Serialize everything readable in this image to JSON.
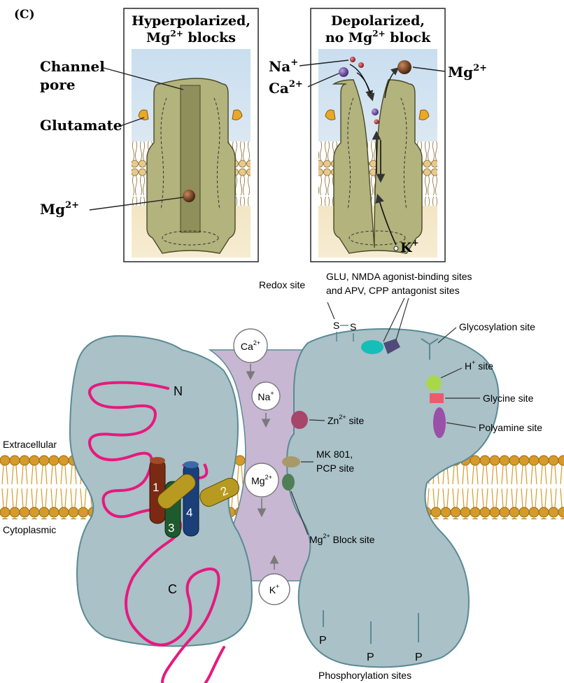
{
  "panel_letter": "(C)",
  "top": {
    "left_panel": {
      "title_line1": "Hyperpolarized,",
      "title_line2_prefix": "Mg",
      "title_line2_sup": "2+",
      "title_line2_suffix": " blocks"
    },
    "right_panel": {
      "title_line1": "Depolarized,",
      "title_line2_prefix": "no Mg",
      "title_line2_sup": "2+",
      "title_line2_suffix": " block"
    },
    "labels": {
      "channel_pore_1": "Channel",
      "channel_pore_2": "pore",
      "glutamate": "Glutamate",
      "mg": "Mg",
      "mg_sup": "2+",
      "na": "Na",
      "na_sup": "+",
      "ca": "Ca",
      "ca_sup": "2+",
      "mg_right": "Mg",
      "mg_right_sup": "2+",
      "k": "K",
      "k_sup": "+"
    }
  },
  "bottom": {
    "labels": {
      "redox": "Redox site",
      "glu_line1": "GLU, NMDA  agonist-binding sites",
      "glu_line2": "and APV, CPP antagonist sites",
      "glycosylation": "Glycosylation site",
      "h_site_prefix": "H",
      "h_site_sup": "+",
      "h_site_suffix": " site",
      "glycine": "Glycine site",
      "polyamine": "Polyamine site",
      "zn_prefix": "Zn",
      "zn_sup": "2+",
      "zn_suffix": " site",
      "mk801_line1": "MK 801,",
      "mk801_line2": "PCP site",
      "mgblock_prefix": "Mg",
      "mgblock_sup": "2+",
      "mgblock_suffix": " Block site",
      "extracellular": "Extracellular",
      "cytoplasmic": "Cytoplasmic",
      "phospho": "Phosphorylation sites",
      "n_term": "N",
      "c_term": "C",
      "ss_s1": "S",
      "ss_s2": "S",
      "p": "P"
    },
    "ions": {
      "ca": "Ca",
      "ca_sup": "2+",
      "na": "Na",
      "na_sup": "+",
      "mg": "Mg",
      "mg_sup": "2+",
      "k": "K",
      "k_sup": "+"
    },
    "helices": [
      "1",
      "2",
      "3",
      "4"
    ],
    "colors": {
      "receptor": "#a9c1c7",
      "receptor_edge": "#5b8a94",
      "pore": "#c7b7d3",
      "membrane_head": "#d59a2a",
      "loop": "#e6197f",
      "helix1": "#7a2a12",
      "helix2": "#b79a1f",
      "helix3": "#1e5a2e",
      "helix4": "#1b3f78",
      "glu_site": "#14bfb8",
      "agonist_site": "#4f4a78",
      "h_site": "#a8d84a",
      "glycine_site": "#ef5a6a",
      "polyamine_site": "#9a4fa8",
      "zn_site": "#a8456a",
      "mk801_site": "#a8996a",
      "mgblock_site": "#4e7f56",
      "channel_green": "#b2b37d"
    }
  }
}
